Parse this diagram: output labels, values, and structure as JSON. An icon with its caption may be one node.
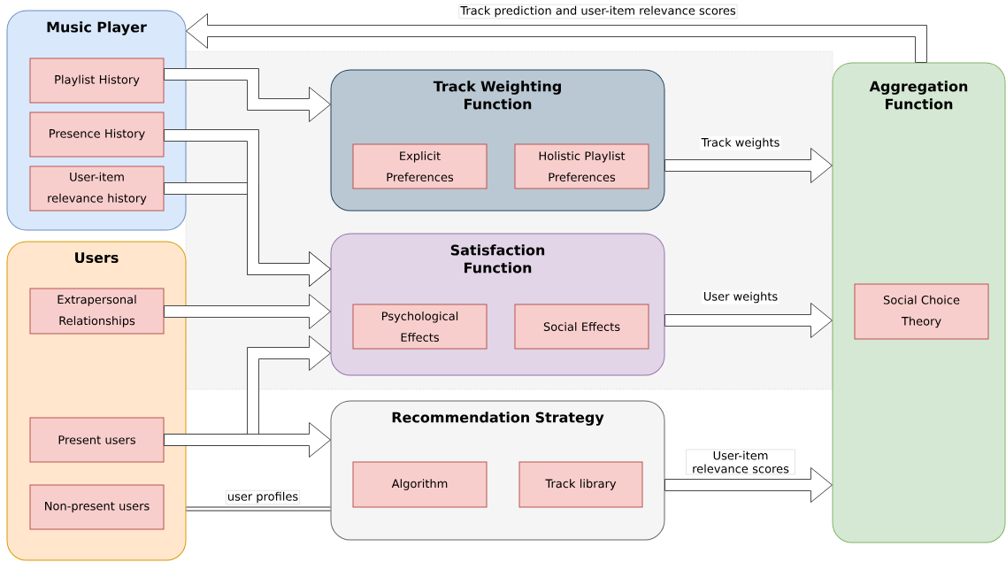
{
  "diagram": {
    "nodes": [
      {
        "text": [
          "Music Player"
        ]
      },
      {
        "text": [
          "Playlist History"
        ],
        "in": 0
      },
      {
        "text": [
          "Presence History"
        ],
        "in": 0
      },
      {
        "text": [
          "User-item relevance history"
        ],
        "in": 0
      },
      {
        "text": [
          "Users"
        ]
      },
      {
        "text": [
          "Extrapersonal Relationships"
        ],
        "in": 4
      },
      {
        "text": [
          "Present users"
        ],
        "in": 4
      },
      {
        "text": [
          "Non-present users"
        ],
        "in": 4
      },
      {
        "text": [
          "Track Weighting Function"
        ]
      },
      {
        "text": [
          "Explicit Preferences"
        ],
        "in": 8
      },
      {
        "text": [
          "Holistic Playlist Preferences"
        ],
        "in": 8
      },
      {
        "text": [
          "Satisfaction Function"
        ]
      },
      {
        "text": [
          "Psychological Effects"
        ],
        "in": 11
      },
      {
        "text": [
          "Social Effects"
        ],
        "in": 11
      },
      {
        "text": [
          "Recommendation Strategy"
        ]
      },
      {
        "text": [
          "Algorithm"
        ],
        "in": 14
      },
      {
        "text": [
          "Track library"
        ],
        "in": 14
      },
      {
        "text": [
          "Aggregation Function"
        ]
      },
      {
        "text": [
          "Social Choice Theory"
        ],
        "in": 17
      }
    ],
    "edges": [
      {
        "from": 1,
        "to": 8,
        "arrow": "to"
      },
      {
        "from": 3,
        "to": 11,
        "arrow": "to"
      },
      {
        "from": 2,
        "to": 11,
        "arrow": "to"
      },
      {
        "from": 5,
        "to": 11,
        "arrow": "to"
      },
      {
        "from": 6,
        "to": 11,
        "arrow": "to"
      },
      {
        "from": 6,
        "to": 14,
        "arrow": "to"
      },
      {
        "from": 4,
        "to": 14,
        "arrow": "none",
        "label": "user profiles"
      },
      {
        "from": 8,
        "to": 17,
        "arrow": "to",
        "label": "Track weights"
      },
      {
        "from": 11,
        "to": 17,
        "arrow": "to",
        "label": "User weights"
      },
      {
        "from": 14,
        "to": 17,
        "arrow": "to",
        "label": "User-item relevance scores"
      },
      {
        "from": 17,
        "to": 0,
        "arrow": "to",
        "label": "Track prediction and user-item relevance scores"
      }
    ]
  }
}
